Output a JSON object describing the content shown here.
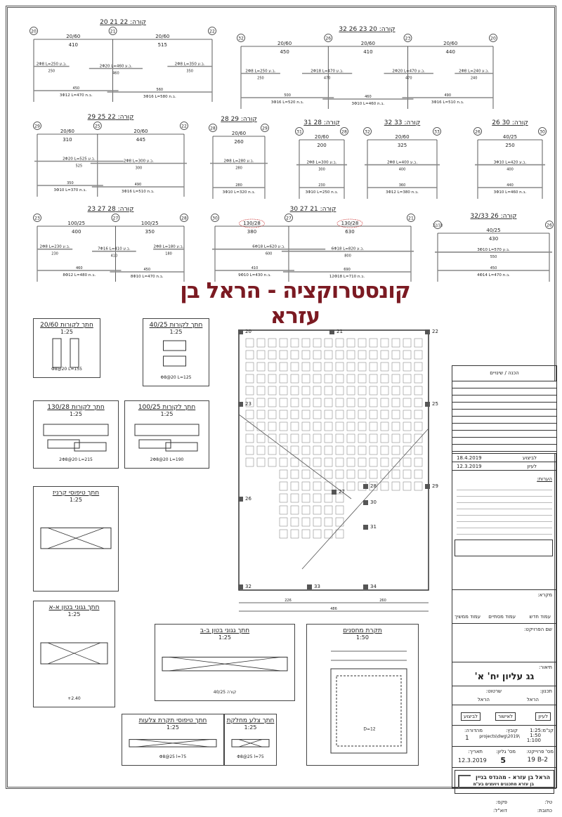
{
  "drawing_title": "קונסטרוקציה - הראל בן עזרא",
  "colors": {
    "title": "#7b1a22",
    "line": "#333333",
    "bar": "#888888",
    "highlight": "#d04040"
  },
  "beams": [
    {
      "title": "קורה: 22 21 20",
      "supports": [
        "20",
        "21",
        "22"
      ],
      "spans": [
        {
          "section": "20/60",
          "length": "410"
        },
        {
          "section": "20/60",
          "length": "515"
        }
      ],
      "top": [
        {
          "label": "2Φ8 L=250 ב.ע.",
          "dim": "250"
        },
        {
          "label": "2Φ20 L=460 ב.ע.",
          "dim": "460"
        },
        {
          "label": "2Φ8 L=350 ב.ע.",
          "dim": "350"
        }
      ],
      "bottom": [
        {
          "label": "3Φ12 L=470 ב.ת.",
          "dim": "450"
        },
        {
          "label": "3Φ16 L=580 ב.ת.",
          "dim": "560"
        }
      ]
    },
    {
      "title": "קורה: 20 23 26 32",
      "supports": [
        "32",
        "26",
        "23",
        "20"
      ],
      "spans": [
        {
          "section": "20/60",
          "length": "450"
        },
        {
          "section": "20/60",
          "length": "410"
        },
        {
          "section": "20/60",
          "length": "440"
        }
      ],
      "top": [
        {
          "label": "2Φ8 L=250 ב.ע.",
          "dim": "250"
        },
        {
          "label": "2Φ18 L=470 ב.ע.",
          "dim": "470"
        },
        {
          "label": "2Φ20 L=470 ב.ע.",
          "dim": "470"
        },
        {
          "label": "2Φ8 L=240 ב.ע.",
          "dim": "240"
        }
      ],
      "bottom": [
        {
          "label": "3Φ16 L=520 ב.ת.",
          "dim": "500"
        },
        {
          "label": "3Φ10 L=460 ב.ת.",
          "dim": "460"
        },
        {
          "label": "3Φ16 L=510 ב.ת.",
          "dim": "490"
        }
      ]
    },
    {
      "title": "קורה: 22 25 29",
      "supports": [
        "29",
        "25",
        "22"
      ],
      "spans": [
        {
          "section": "20/60",
          "length": "310"
        },
        {
          "section": "20/60",
          "length": "445"
        }
      ],
      "top": [
        {
          "label": "2Φ20 L=525 ב.ע.",
          "dim": "525"
        },
        {
          "label": "2Φ8 L=300 ב.ע.",
          "dim": "300"
        }
      ],
      "bottom": [
        {
          "label": "3Φ10 L=370 ב.ת.",
          "dim": "350"
        },
        {
          "label": "3Φ16 L=510 ב.ת.",
          "dim": "490"
        }
      ]
    },
    {
      "title": "קורה: 29 28",
      "supports": [
        "28",
        "29"
      ],
      "spans": [
        {
          "section": "20/60",
          "length": "260"
        }
      ],
      "top": [
        {
          "label": "2Φ8 L=280 ב.ע.",
          "dim": "280"
        }
      ],
      "bottom": [
        {
          "label": "3Φ10 L=320 ב.ת.",
          "dim": "280"
        }
      ]
    },
    {
      "title": "קורה: 28 31",
      "supports": [
        "31",
        "28"
      ],
      "spans": [
        {
          "section": "20/60",
          "length": "200"
        }
      ],
      "top": [
        {
          "label": "2Φ8 L=300 ב.ע.",
          "dim": "300"
        }
      ],
      "bottom": [
        {
          "label": "3Φ10 L=250 ב.ת.",
          "dim": "230"
        }
      ]
    },
    {
      "title": "קורה: 33 32",
      "supports": [
        "32",
        "33"
      ],
      "spans": [
        {
          "section": "20/60",
          "length": "325"
        }
      ],
      "top": [
        {
          "label": "2Φ8 L=400 ב.ע.",
          "dim": "400"
        }
      ],
      "bottom": [
        {
          "label": "3Φ12 L=380 ב.ת.",
          "dim": "360"
        }
      ]
    },
    {
      "title": "קורה: 30 26",
      "supports": [
        "26",
        "30"
      ],
      "spans": [
        {
          "section": "40/25",
          "length": "250"
        }
      ],
      "top": [
        {
          "label": "3Φ10 L=420 ב.ע.",
          "dim": "400"
        }
      ],
      "bottom": [
        {
          "label": "3Φ10 L=460 ב.ת.",
          "dim": "440"
        }
      ]
    },
    {
      "title": "קורה: 28 27 23",
      "supports": [
        "23",
        "27",
        "28"
      ],
      "spans": [
        {
          "section": "100/25",
          "length": "400"
        },
        {
          "section": "100/25",
          "length": "350"
        }
      ],
      "top": [
        {
          "label": "2Φ8 L=230 ב.ע.",
          "dim": "230"
        },
        {
          "label": "7Φ16 L=410 ב.ע.",
          "dim": "410"
        },
        {
          "label": "2Φ8 L=180 ב.ע.",
          "dim": "180"
        }
      ],
      "bottom": [
        {
          "label": "8Φ12 L=480 ב.ת.",
          "dim": "460"
        },
        {
          "label": "8Φ10 L=470 ב.ת.",
          "dim": "450"
        }
      ]
    },
    {
      "title": "קורה: 21 27 30",
      "supports": [
        "30",
        "27",
        "21"
      ],
      "spans": [
        {
          "section": "130/28",
          "length": "380",
          "highlight": true
        },
        {
          "section": "130/28",
          "length": "630",
          "highlight": true
        }
      ],
      "top": [
        {
          "label": "6Φ18 L=620 ב.ע.",
          "dim": "600"
        },
        {
          "label": "6Φ18 L=820 ב.ע.",
          "dim": "800"
        }
      ],
      "bottom": [
        {
          "label": "9Φ10 L=430 ב.ת.",
          "dim": "410"
        },
        {
          "label": "12Φ18 L=710 ב.ת.",
          "dim": "690"
        }
      ]
    },
    {
      "title": "קורה: 26 32/33",
      "supports": [
        "32/33",
        "26"
      ],
      "spans": [
        {
          "section": "40/25",
          "length": "430"
        }
      ],
      "top": [
        {
          "label": "3Φ10 L=570 ב.ע.",
          "dim": "550"
        }
      ],
      "bottom": [
        {
          "label": "4Φ14 L=470 ב.ת.",
          "dim": "450"
        }
      ]
    }
  ],
  "sections": [
    {
      "title": "חתך לקורות 20/60",
      "scale": "1:25",
      "note": "Φ8@20 L=155"
    },
    {
      "title": "חתך לקורות 40/25",
      "scale": "1:25",
      "note": "Φ8@20 L=125"
    },
    {
      "title": "חתך לקורות 130/28",
      "scale": "1:25",
      "note": "2Φ8@20 L=215"
    },
    {
      "title": "חתך לקורות 100/25",
      "scale": "1:25",
      "note": "2Φ8@20 L=190"
    },
    {
      "title": "חתך טיפוסי קרניז",
      "scale": "1:25",
      "note": ""
    },
    {
      "title": "חתך גגוני בטון א-א",
      "scale": "1:25",
      "note": "+2.40"
    },
    {
      "title": "חתך גגוני בטון ב-ב",
      "scale": "1:25",
      "note": "40/25 קורה"
    },
    {
      "title": "חתך טיפוסי תקרת צלעות",
      "scale": "1:25",
      "note": "Φ8@25 l=75"
    },
    {
      "title": "חתך צלע מחלקת",
      "scale": "1:25",
      "note": "Φ8@25 l=75"
    },
    {
      "title": "תקרת מחסנים",
      "scale": "1:50",
      "note": "D=12"
    }
  ],
  "plan": {
    "columns": [
      "20",
      "21",
      "22",
      "23",
      "25",
      "26",
      "27",
      "28",
      "29",
      "30",
      "31",
      "32",
      "33",
      "34"
    ],
    "dims": [
      "226",
      "260",
      "486"
    ]
  },
  "title_block": {
    "revisions_header": "הכנה / שינויים",
    "revisions": [
      {
        "date": "18.4.2019",
        "label": "לביצוע"
      },
      {
        "date": "12.3.2019",
        "label": "לעיון"
      }
    ],
    "notes_header": "הערות:",
    "legend_header": "מקרא:",
    "legend": [
      "עמוד ממשיך",
      "עמוד מסתיים",
      "עמוד חדש"
    ],
    "project_label": "שם הפרויקט:",
    "description_label": "תיאור:",
    "description": "גג עליון יח' א'",
    "designer_label": "תכנון:",
    "designer": "הראל",
    "drafter_label": "שרטוט:",
    "drafter": "הראל",
    "status": [
      "לעיון",
      "לאישור",
      "לביצוע"
    ],
    "scale_label": "קנ\"מ:",
    "scales": [
      "1:25",
      "1:50",
      "1:100"
    ],
    "file_label": "קובץ:",
    "file": "projects\\dwg\\2019\\",
    "revision_label": "מהדורה:",
    "revision": "1",
    "project_no_label": "מס' פרוייקט:",
    "project_no": "19 B-2",
    "sheet_label": "מס' גליון:",
    "sheet": "5",
    "date_label": "תאריך:",
    "date": "12.3.2019",
    "company": "הראל בן עזרא - מהנדס בניין",
    "company_sub": "בן עזרא מתכננים ויועצים בע\"מ",
    "tel_label": "טל:",
    "fax_label": "פקס:",
    "address_label": "כתובת:",
    "email_label": "דוא\"ל:"
  }
}
